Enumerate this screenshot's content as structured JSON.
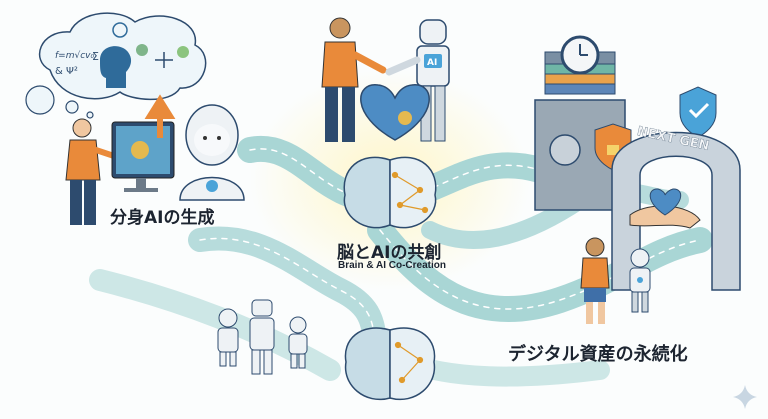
{
  "labels": {
    "avatar_generation": "分身AIの生成",
    "co_creation_jp": "脳とAIの共創",
    "co_creation_en": "Brain & AI Co-Creation",
    "digital_asset_perpetuation": "デジタル資産の永続化"
  },
  "illustration_text": {
    "next_gen_arch": "NEXT GEN",
    "robot_chest": "AI",
    "formula": "f=m√cv₀",
    "psi": "& Ψ²",
    "sigma": "Σ"
  },
  "colors": {
    "path_teal": "#9ccfcf",
    "path_dark": "#5f9ea8",
    "shirt_orange": "#e98a3a",
    "navy": "#2d4b6e",
    "glow": "#fff4c2"
  }
}
